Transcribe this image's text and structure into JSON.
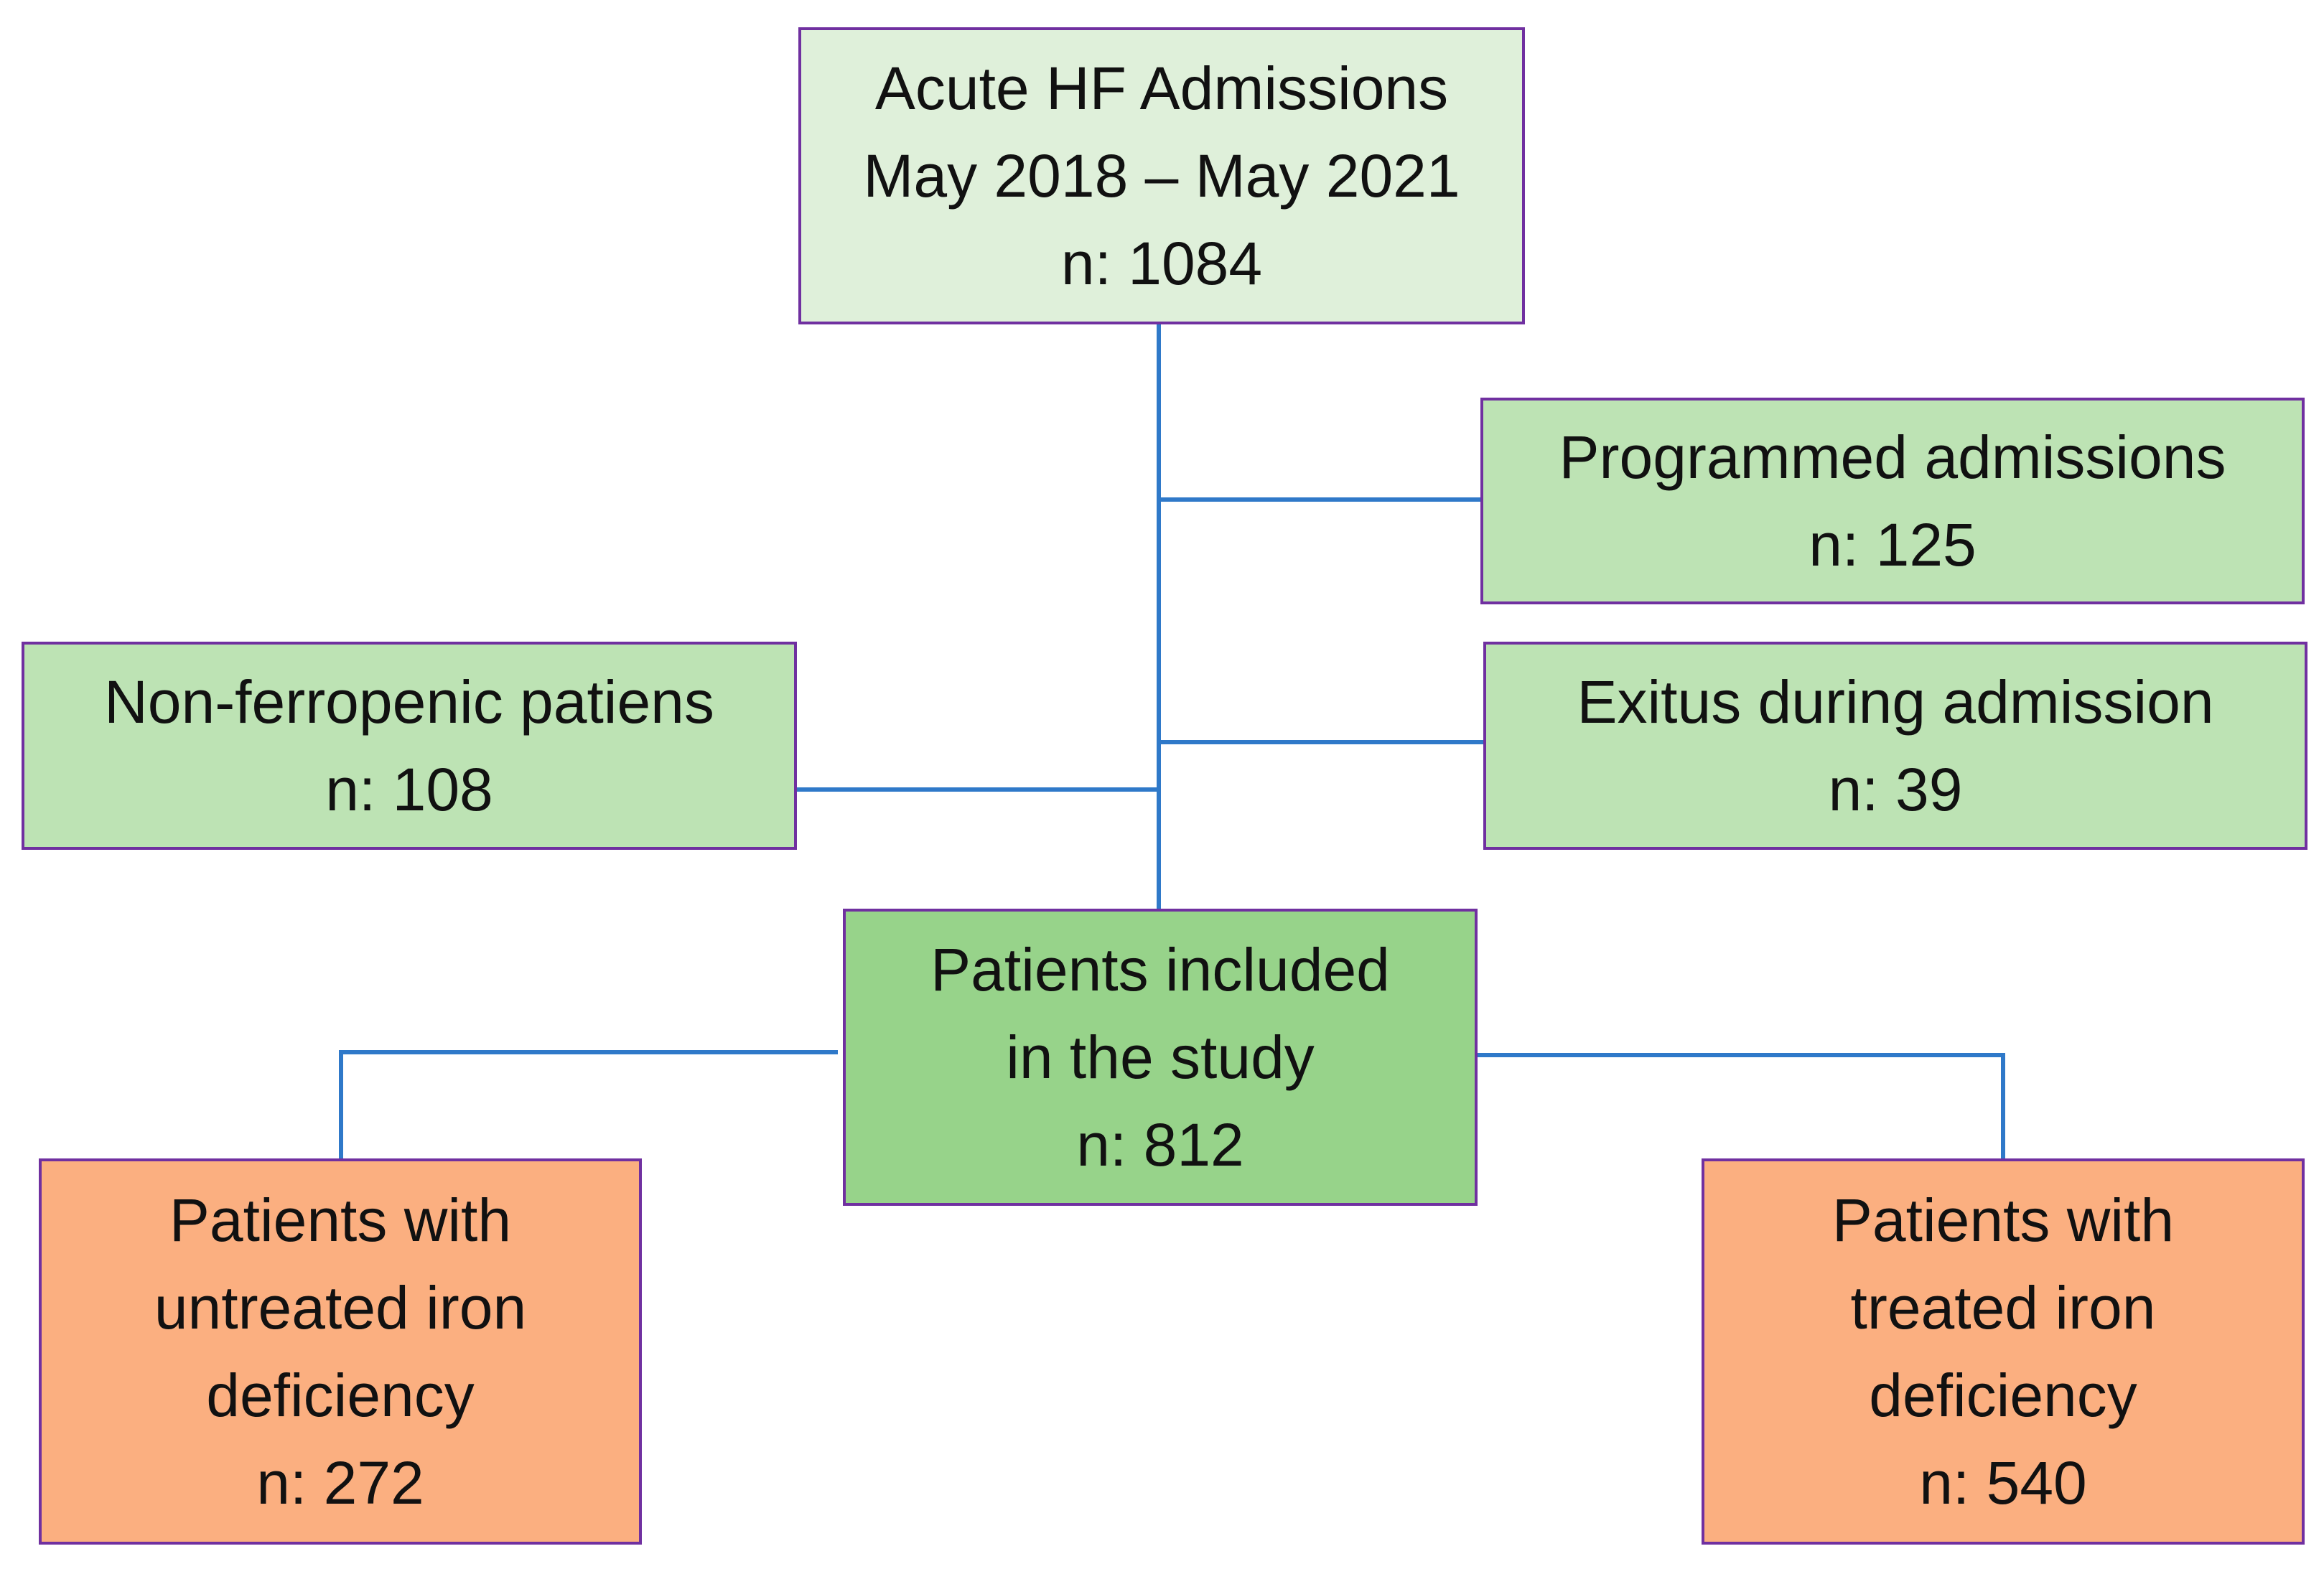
{
  "boxes": {
    "acute_hf": {
      "lines": [
        "Acute HF Admissions",
        "May 2018 – May 2021",
        "n: 1084"
      ],
      "fill": "#dff0da"
    },
    "programmed": {
      "lines": [
        "Programmed admissions",
        "n: 125"
      ],
      "fill": "#bde3b4"
    },
    "non_ferropenic": {
      "lines": [
        "Non-ferropenic patiens",
        "n: 108"
      ],
      "fill": "#bde3b4"
    },
    "exitus": {
      "lines": [
        "Exitus during admission",
        "n: 39"
      ],
      "fill": "#bde3b4"
    },
    "included": {
      "lines": [
        "Patients included",
        "in the study",
        "n: 812"
      ],
      "fill": "#97d38a"
    },
    "untreated": {
      "lines": [
        "Patients with",
        "untreated iron",
        "deficiency",
        "n: 272"
      ],
      "fill": "#fbaf80"
    },
    "treated": {
      "lines": [
        "Patients with",
        "treated iron",
        "deficiency",
        "n: 540"
      ],
      "fill": "#fbaf80"
    }
  },
  "colors": {
    "border": "#7030a0",
    "connector": "#2f79c9"
  }
}
